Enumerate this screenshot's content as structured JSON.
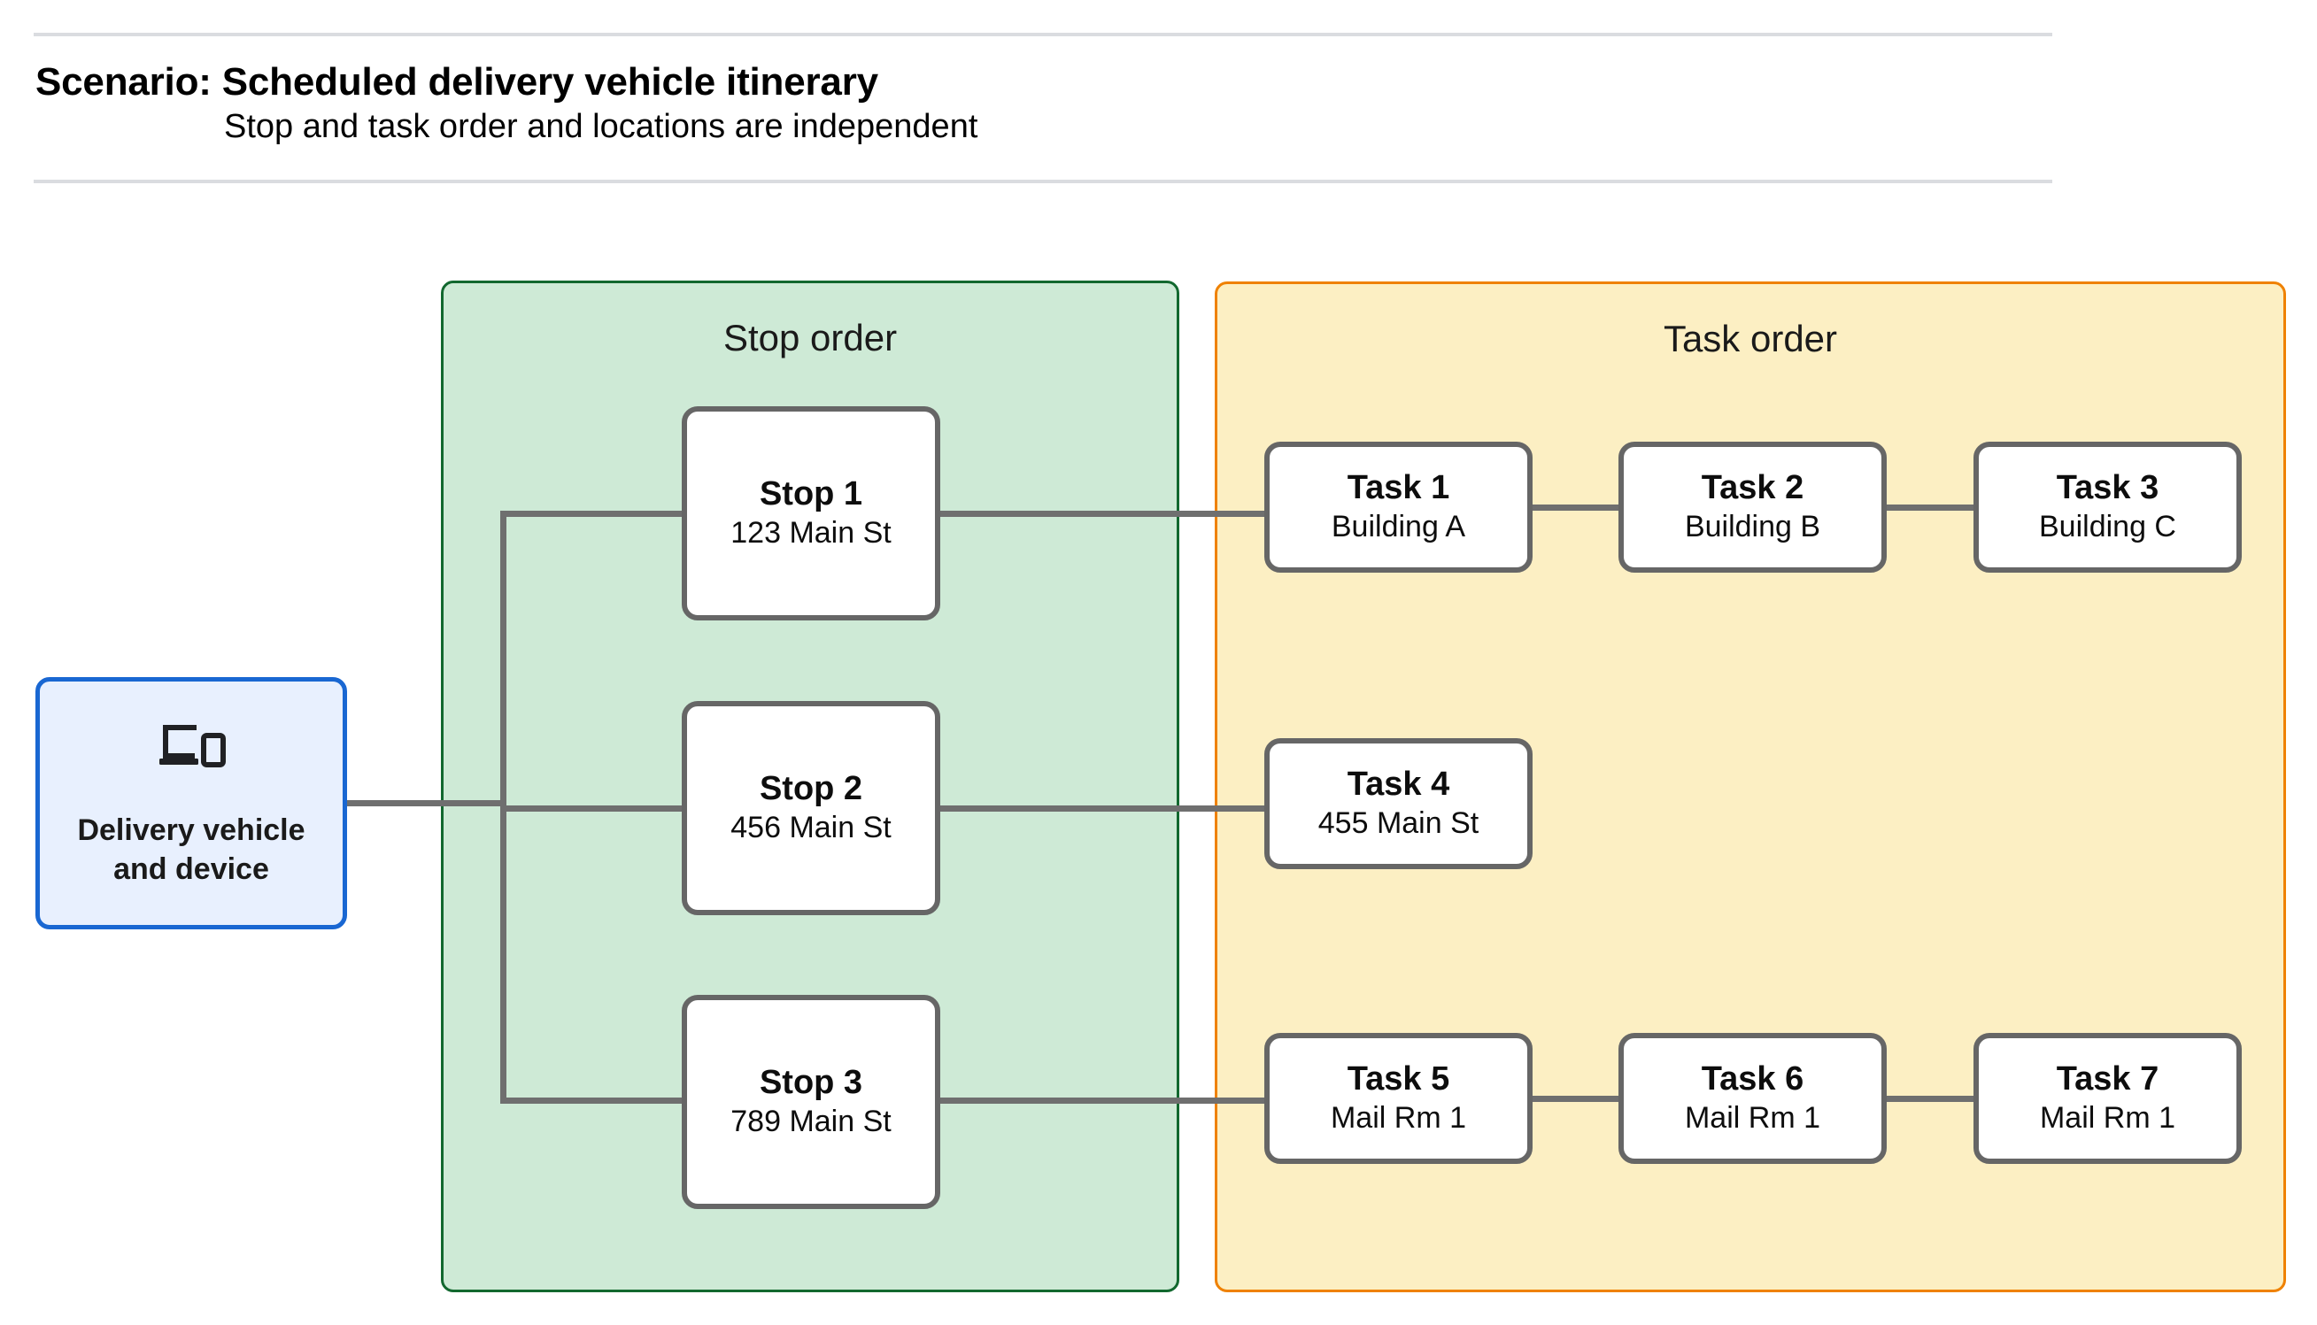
{
  "header": {
    "title": "Scenario: Scheduled delivery vehicle itinerary",
    "subtitle": "Stop and task order and locations are independent"
  },
  "source": {
    "label": "Delivery vehicle\nand device",
    "icon": "devices-icon"
  },
  "panels": {
    "stop": {
      "title": "Stop order",
      "fill": "#ceead6",
      "border": "#12682f"
    },
    "task": {
      "title": "Task order",
      "fill": "#fcefc3",
      "border": "#ef8100"
    }
  },
  "stops": [
    {
      "name": "Stop 1",
      "location": "123 Main St"
    },
    {
      "name": "Stop 2",
      "location": "456 Main St"
    },
    {
      "name": "Stop 3",
      "location": "789 Main St"
    }
  ],
  "task_rows": [
    [
      {
        "name": "Task 1",
        "location": "Building A"
      },
      {
        "name": "Task 2",
        "location": "Building B"
      },
      {
        "name": "Task 3",
        "location": "Building C"
      }
    ],
    [
      {
        "name": "Task 4",
        "location": "455 Main St"
      }
    ],
    [
      {
        "name": "Task 5",
        "location": "Mail Rm 1"
      },
      {
        "name": "Task 6",
        "location": "Mail Rm 1"
      },
      {
        "name": "Task 7",
        "location": "Mail Rm 1"
      }
    ]
  ],
  "colors": {
    "connector": "#6f6f6f",
    "node_border": "#666666",
    "device_border": "#1967d2",
    "device_fill": "#e8f0fe",
    "rule": "#dadce0"
  }
}
